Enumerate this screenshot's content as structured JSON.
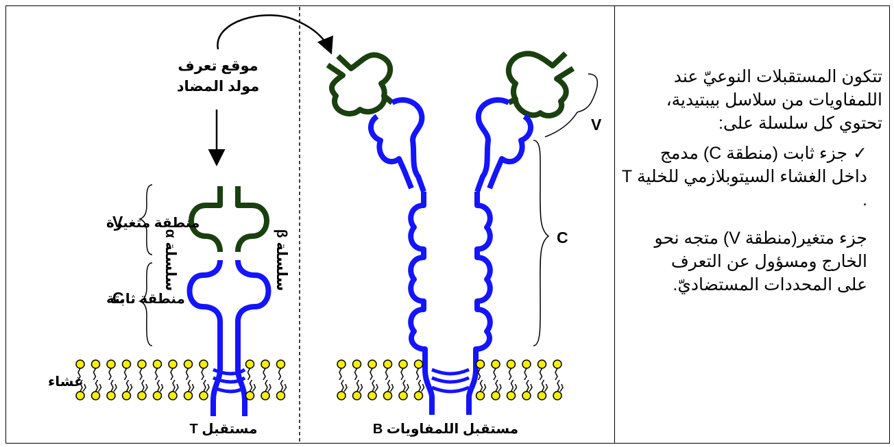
{
  "labels": {
    "antigen_site_line1": "موقع تعرف",
    "antigen_site_line2": "مولد المضاد",
    "variable_region": "منطقة متغيرة",
    "constant_region": "منطقة ثابتة",
    "V": "V",
    "C": "C",
    "alpha_chain": "سلسلة α",
    "beta_chain": "سلسلة β",
    "membrane": "غشاء",
    "t_receptor": "مستقبل T",
    "b_receptor": "مستقبل اللمفاويات B",
    "b_V": "V",
    "b_C": "C"
  },
  "text_panel": {
    "intro": "تتكون المستقبلات النوعيّ عند اللمفاويات من سلاسل بيبتيدية، تحتوي كل سلسلة على:",
    "check_mark": "✓",
    "constant_item": "جزء ثابت (منطقة C) مدمج داخل الغشاء السيتوبلازمي للخلية T .",
    "variable_item": "جزء متغير(منطقة V) متجه نحو الخارج ومسؤول عن التعرف على المحددات المستضاديّ."
  },
  "colors": {
    "variable": "#1a4010",
    "constant": "#1414ff",
    "lipid_head": "#f5f000",
    "outline": "#000000"
  }
}
